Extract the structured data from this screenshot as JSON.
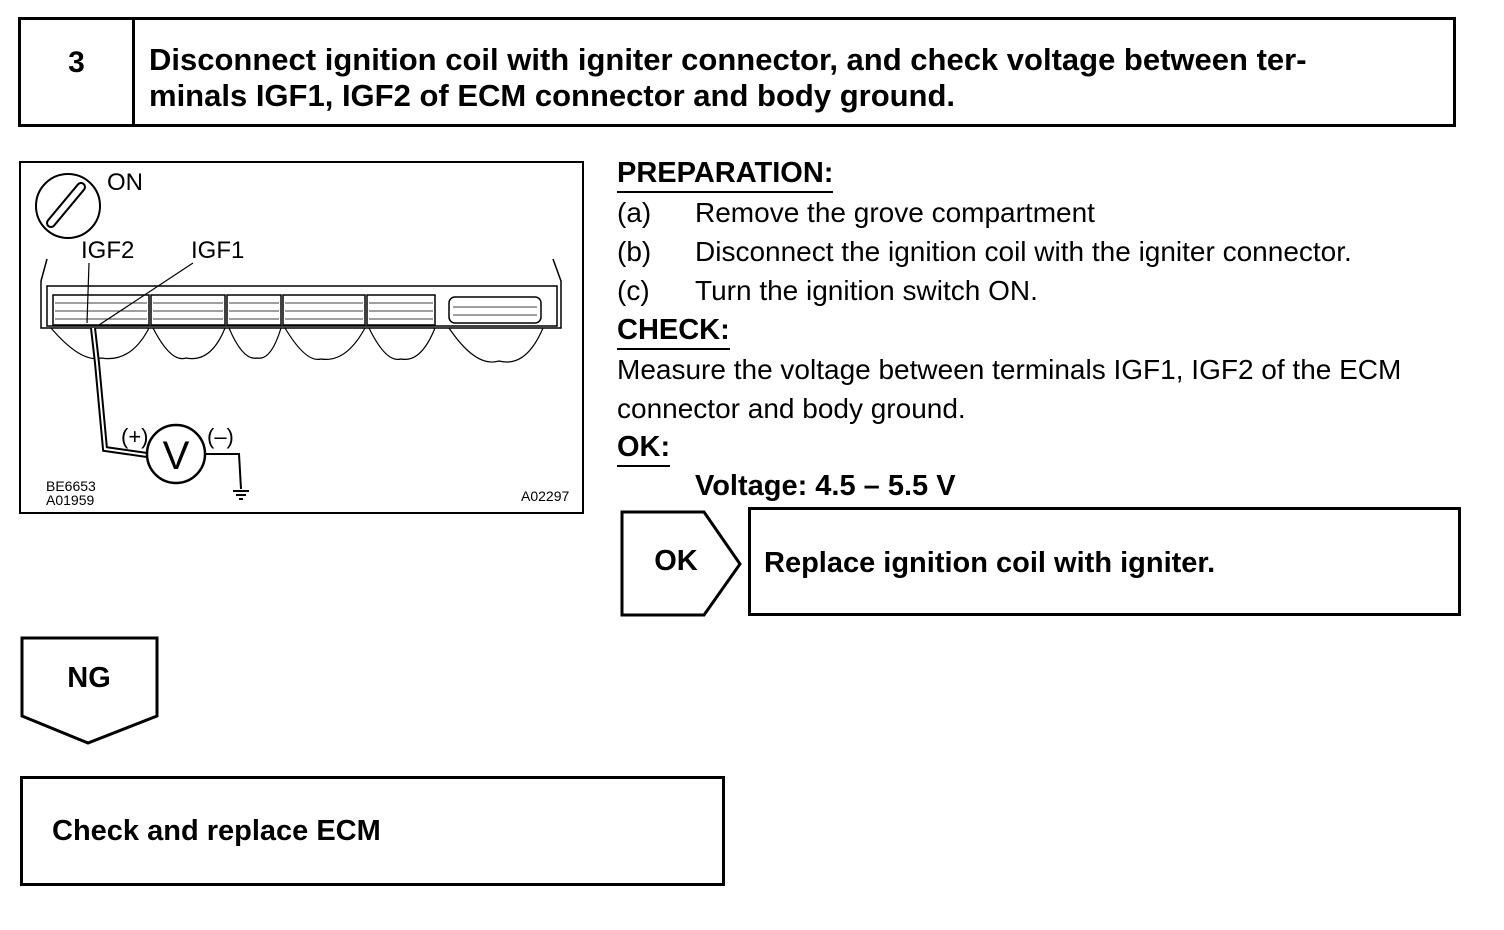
{
  "step": {
    "number": "3",
    "title_line1": "Disconnect ignition coil with igniter connector, and check voltage between ter-",
    "title_line2": "minals IGF1, IGF2 of ECM connector and body ground."
  },
  "diagram": {
    "switch_label": "ON",
    "terminal_igf2": "IGF2",
    "terminal_igf1": "IGF1",
    "plus_sign": "(+)",
    "minus_sign": "(–)",
    "meter_symbol": "V",
    "code_1": "BE6653",
    "code_2": "A01959",
    "code_3": "A02297",
    "icons": [
      "ignition-key-icon",
      "voltmeter-icon",
      "ground-icon",
      "ecm-connector-icon"
    ]
  },
  "preparation": {
    "heading": "PREPARATION:",
    "steps": [
      {
        "letter": "(a)",
        "text": "Remove the grove compartment"
      },
      {
        "letter": "(b)",
        "text": "Disconnect the ignition coil with the igniter connector."
      },
      {
        "letter": "(c)",
        "text": "Turn the ignition switch ON."
      }
    ]
  },
  "check": {
    "heading": "CHECK:",
    "line1": "Measure the voltage between terminals IGF1, IGF2 of the ECM",
    "line2": "connector and body ground."
  },
  "ok_spec": {
    "heading": "OK:",
    "value": "Voltage: 4.5 – 5.5 V"
  },
  "ok_result": {
    "label": "OK",
    "action": "Replace ignition coil with igniter."
  },
  "ng_result": {
    "label": "NG",
    "action": "Check and replace ECM"
  }
}
